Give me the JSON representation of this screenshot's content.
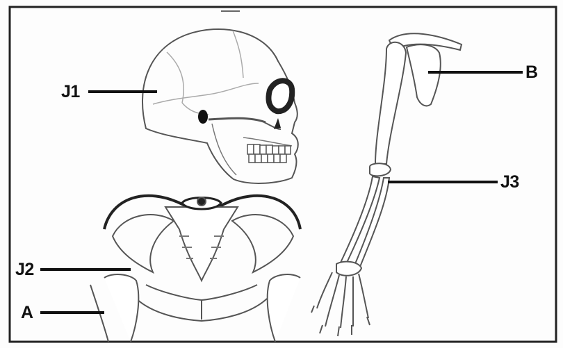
{
  "diagram": {
    "labels": {
      "j1": "J1",
      "j2": "J2",
      "j3": "J3",
      "a": "A",
      "b": "B"
    }
  }
}
